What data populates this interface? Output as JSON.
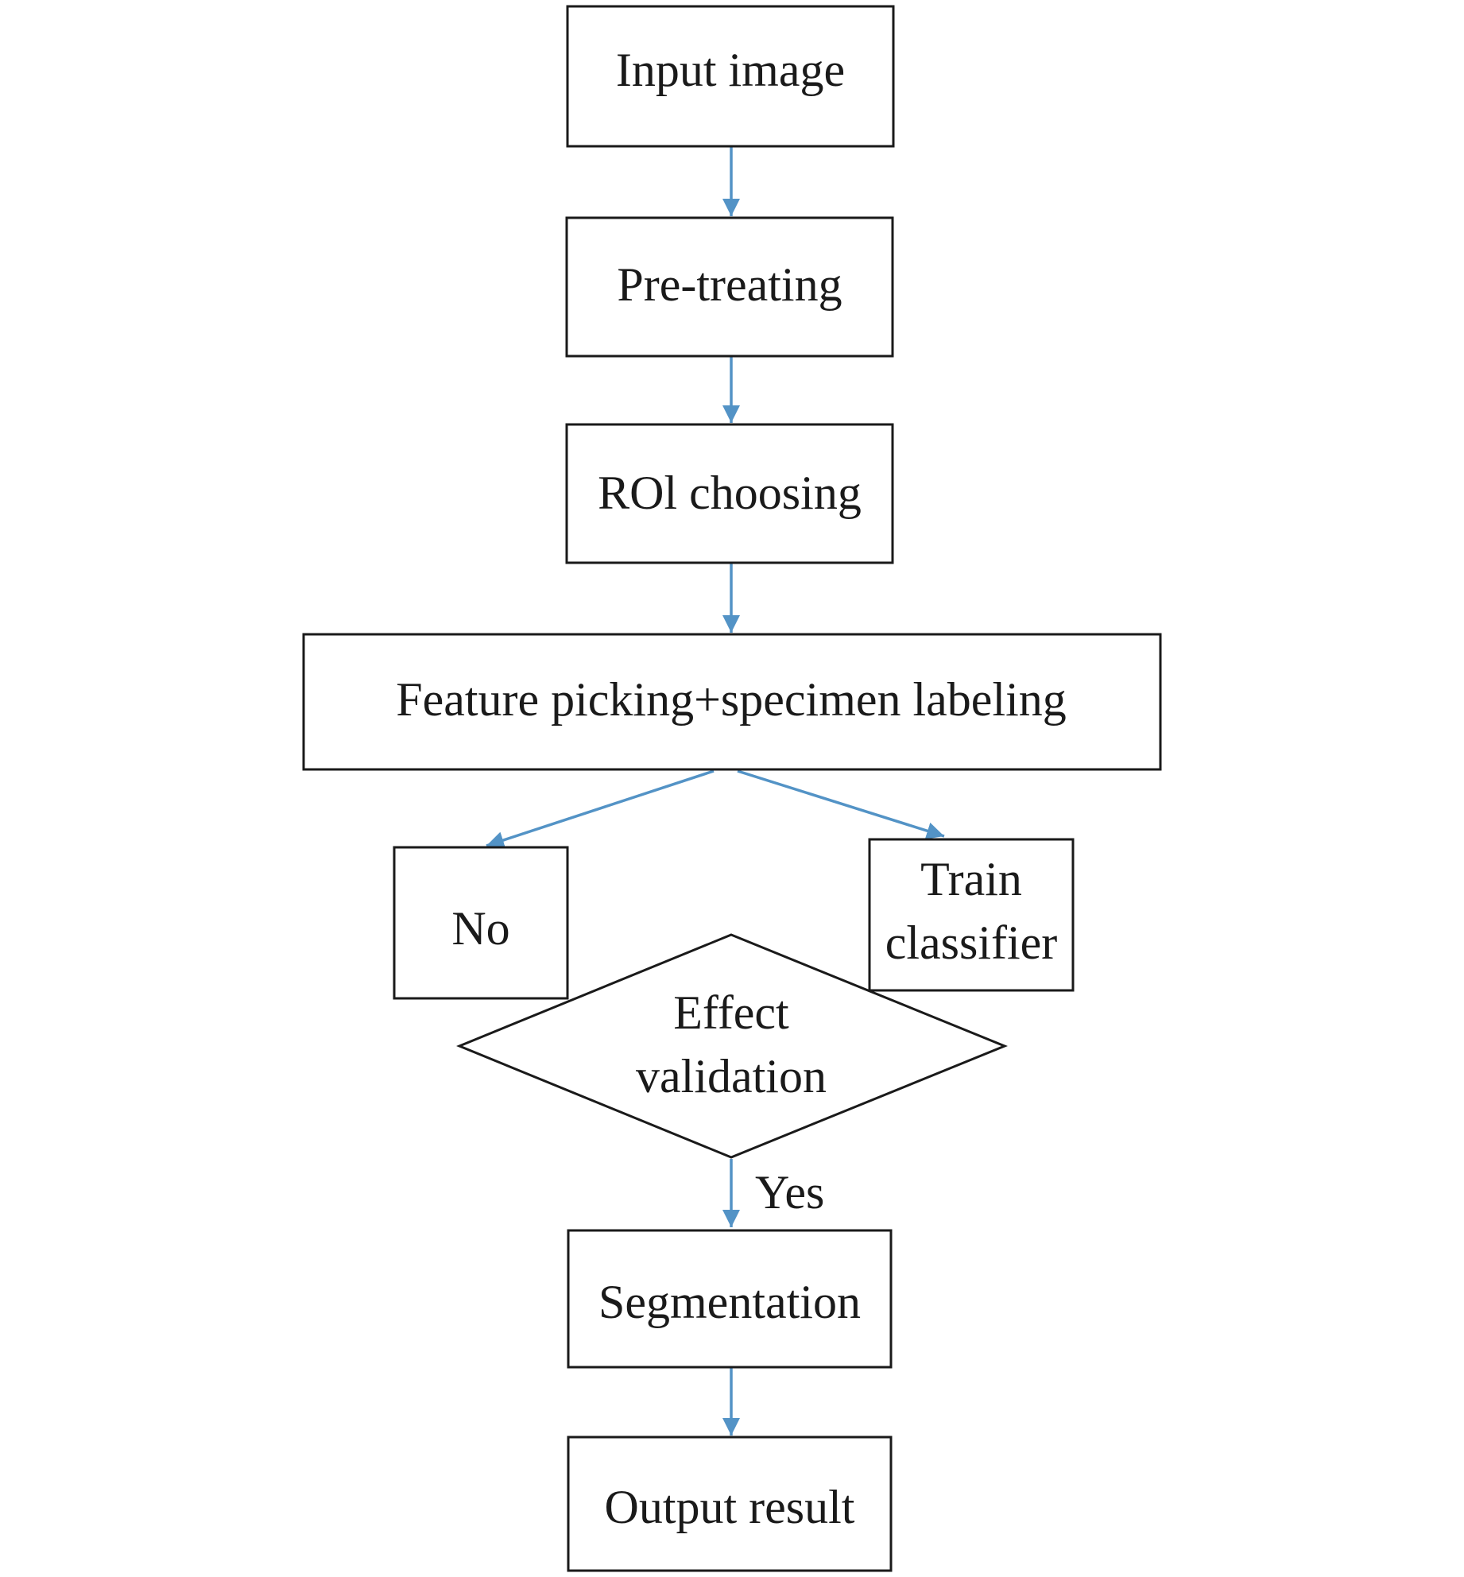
{
  "colors": {
    "arrow": "#5393c6",
    "box_stroke": "#1a1a1a",
    "text": "#1a1a1a",
    "background": "#ffffff"
  },
  "nodes": {
    "input_image": "Input image",
    "pre_treating": "Pre-treating",
    "roi_choosing": "ROl choosing",
    "feature_picking": "Feature picking+specimen labeling",
    "no_box": "No",
    "train_classifier_line1": "Train",
    "train_classifier_line2": "classifier",
    "effect_validation_line1": "Effect",
    "effect_validation_line2": "validation",
    "segmentation": "Segmentation",
    "output_result": "Output result"
  },
  "edge_labels": {
    "yes": "Yes"
  }
}
